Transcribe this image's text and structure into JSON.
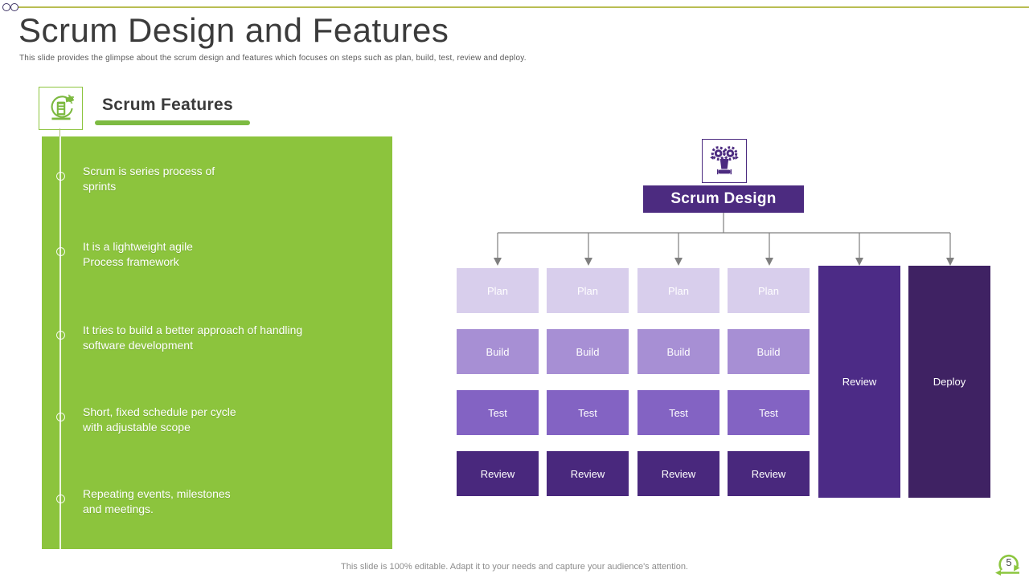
{
  "slide": {
    "title": "Scrum Design and Features",
    "subtitle": "This slide provides the glimpse about the scrum design and features which focuses on steps such as plan, build,  test, review and deploy.",
    "footer": "This slide is 100% editable. Adapt it to your needs and capture your audience's attention.",
    "page_number": "5"
  },
  "features": {
    "heading": "Scrum Features",
    "icon": "agile-sprint-loop-icon",
    "panel_color": "#8cc43d",
    "underline_color": "#7dbb42",
    "bullets": [
      "Scrum is series process of\nsprints",
      "It is a lightweight agile\nProcess framework",
      "It tries to build a better approach of handling\nsoftware development",
      "Short, fixed schedule per cycle\nwith adjustable scope",
      "Repeating events, milestones\nand meetings."
    ]
  },
  "design": {
    "heading": "Scrum Design",
    "icon": "gears-collaboration-icon",
    "stage_columns": [
      {
        "cells": [
          "Plan",
          "Build",
          "Test",
          "Review"
        ]
      },
      {
        "cells": [
          "Plan",
          "Build",
          "Test",
          "Review"
        ]
      },
      {
        "cells": [
          "Plan",
          "Build",
          "Test",
          "Review"
        ]
      },
      {
        "cells": [
          "Plan",
          "Build",
          "Test",
          "Review"
        ]
      }
    ],
    "tall_columns": [
      {
        "label": "Review"
      },
      {
        "label": "Deploy"
      }
    ],
    "colors": {
      "plan": "#d8ceec",
      "build": "#a78fd4",
      "test": "#8363c3",
      "review_row": "#49287d",
      "review_tall": "#4c2b86",
      "deploy_tall": "#3f2263",
      "header_box": "#4c2b80",
      "connector_gray": "#7f7f7f"
    }
  },
  "chrome": {
    "top_line_color": "#b9bd52",
    "page_icon": "sprint-loop-icon"
  }
}
